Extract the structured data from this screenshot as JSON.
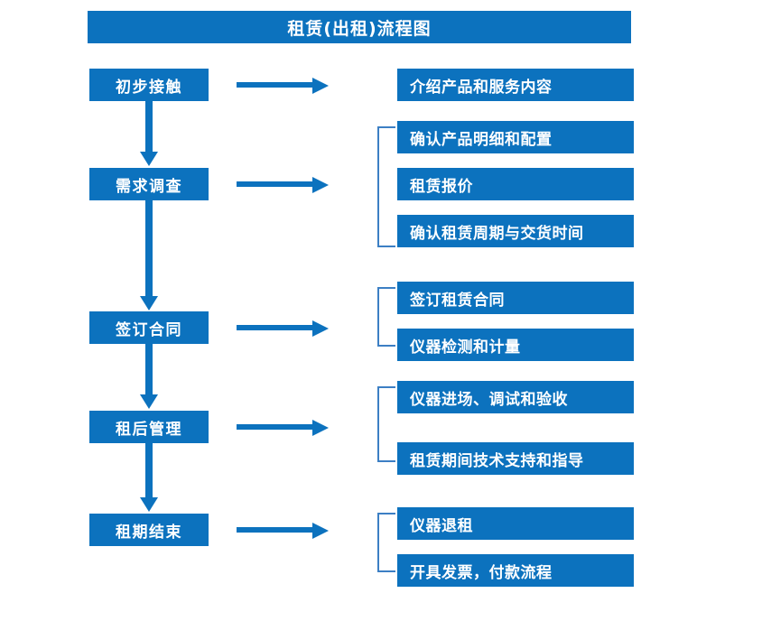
{
  "diagram": {
    "title": "租赁(出租)流程图",
    "accent_color": "#0C72BE",
    "bracket_color": "#3C7FC4",
    "text_color": "#FFFFFF",
    "background_color": "#FFFFFF"
  },
  "stages": [
    {
      "label": "初步接触"
    },
    {
      "label": "需求调查"
    },
    {
      "label": "签订合同"
    },
    {
      "label": "租后管理"
    },
    {
      "label": "租期结束"
    }
  ],
  "details": {
    "group_1": [
      {
        "label": "介绍产品和服务内容"
      }
    ],
    "group_2": [
      {
        "label": "确认产品明细和配置"
      },
      {
        "label": "租赁报价"
      },
      {
        "label": "确认租赁周期与交货时间"
      }
    ],
    "group_3": [
      {
        "label": "签订租赁合同"
      },
      {
        "label": "仪器检测和计量"
      }
    ],
    "group_4": [
      {
        "label": "仪器进场、调试和验收"
      },
      {
        "label": "租赁期间技术支持和指导"
      }
    ],
    "group_5": [
      {
        "label": "仪器退租"
      },
      {
        "label": "开具发票，付款流程"
      }
    ]
  },
  "connectors": {
    "down_arrow_name": "down-arrow",
    "right_arrow_name": "right-arrow",
    "bracket_name": "grouping-bracket"
  }
}
